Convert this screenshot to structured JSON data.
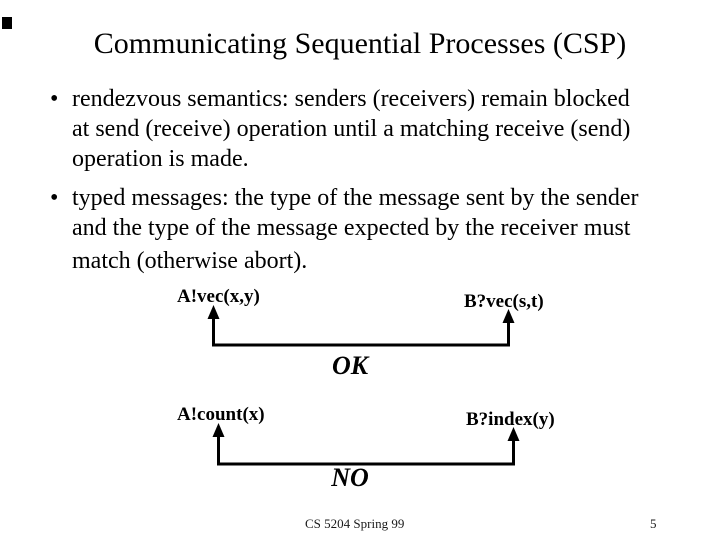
{
  "slide": {
    "title": "Communicating Sequential Processes (CSP)",
    "bullet_char": "•",
    "bullets": [
      {
        "lines": [
          "rendezvous semantics: senders (receivers) remain blocked",
          "at send (receive) operation until a matching receive (send)",
          "operation is made."
        ]
      },
      {
        "lines": [
          "typed messages: the type of the message sent by the sender",
          "and the type of the message expected by the receiver must",
          "match (otherwise abort)."
        ]
      }
    ],
    "diagrams": [
      {
        "sender": "A!vec(x,y)",
        "receiver": "B?vec(s,t)",
        "verdict": "OK"
      },
      {
        "sender": "A!count(x)",
        "receiver": "B?index(y)",
        "verdict": "NO"
      }
    ],
    "footer": {
      "course": "CS 5204 Spring 99",
      "page_number": "5"
    },
    "colors": {
      "text": "#000000",
      "background": "#ffffff"
    }
  }
}
